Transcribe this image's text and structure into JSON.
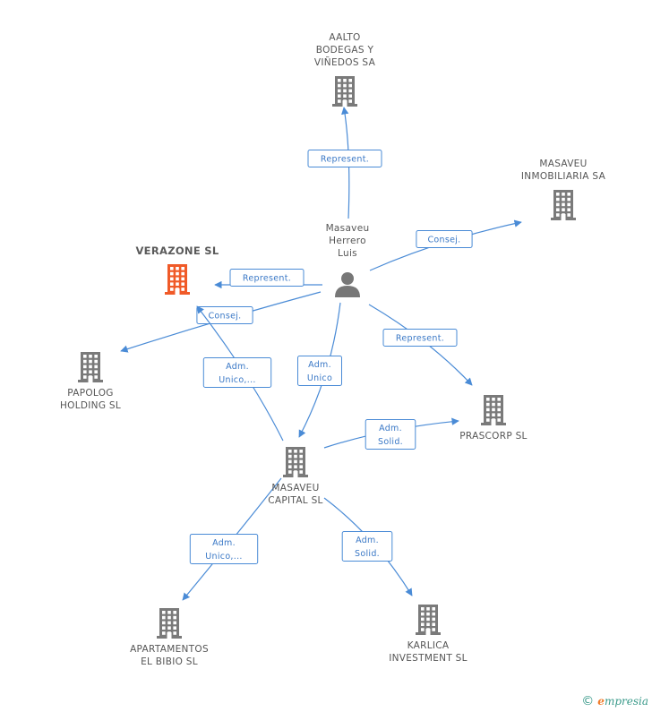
{
  "colors": {
    "edge": "#4a8bd6",
    "company": "#7a7a7a",
    "highlight": "#f05a28",
    "person": "#777777"
  },
  "nodes": [
    {
      "id": "aalto",
      "type": "company",
      "lines": [
        "AALTO",
        "BODEGAS Y",
        "VIÑEDOS SA"
      ]
    },
    {
      "id": "masaveu_inmo",
      "type": "company",
      "lines": [
        "MASAVEU",
        "INMOBILIARIA SA"
      ]
    },
    {
      "id": "person",
      "type": "person",
      "lines": [
        "Masaveu",
        "Herrero",
        "Luis"
      ]
    },
    {
      "id": "verazone",
      "type": "company",
      "highlight": true,
      "lines": [
        "VERAZONE SL"
      ]
    },
    {
      "id": "papolog",
      "type": "company",
      "lines": [
        "PAPOLOG",
        "HOLDING SL"
      ]
    },
    {
      "id": "prascorp",
      "type": "company",
      "lines": [
        "PRASCORP SL"
      ]
    },
    {
      "id": "masaveu_capital",
      "type": "company",
      "lines": [
        "MASAVEU",
        "CAPITAL SL"
      ]
    },
    {
      "id": "apartamentos",
      "type": "company",
      "lines": [
        "APARTAMENTOS",
        "EL BIBIO SL"
      ]
    },
    {
      "id": "karlica",
      "type": "company",
      "lines": [
        "KARLICA",
        "INVESTMENT SL"
      ]
    }
  ],
  "edges": [
    {
      "from": "person",
      "to": "aalto",
      "label": [
        "Represent."
      ]
    },
    {
      "from": "person",
      "to": "masaveu_inmo",
      "label": [
        "Consej."
      ]
    },
    {
      "from": "person",
      "to": "verazone",
      "label": [
        "Represent."
      ]
    },
    {
      "from": "person",
      "to": "papolog",
      "label": [
        "Consej."
      ]
    },
    {
      "from": "person",
      "to": "prascorp",
      "label": [
        "Represent."
      ]
    },
    {
      "from": "person",
      "to": "masaveu_capital",
      "label": [
        "Adm.",
        "Unico"
      ]
    },
    {
      "from": "masaveu_capital",
      "to": "verazone",
      "label": [
        "Adm.",
        "Unico,..."
      ]
    },
    {
      "from": "masaveu_capital",
      "to": "prascorp",
      "label": [
        "Adm.",
        "Solid."
      ]
    },
    {
      "from": "masaveu_capital",
      "to": "apartamentos",
      "label": [
        "Adm.",
        "Unico,..."
      ]
    },
    {
      "from": "masaveu_capital",
      "to": "karlica",
      "label": [
        "Adm.",
        "Solid."
      ]
    }
  ],
  "footer": {
    "copyright": "©",
    "brand_initial": "e",
    "brand_rest": "mpresia"
  }
}
